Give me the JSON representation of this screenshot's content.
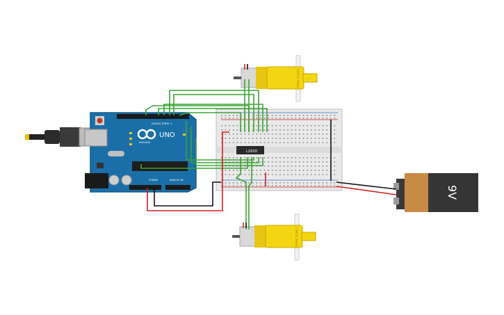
{
  "arduino": {
    "logo_text": "UNO",
    "brand_text": "ARDUINO",
    "digital_label": "DIGITAL (PWM~)",
    "power_label": "POWER",
    "analog_label": "ANALOG IN"
  },
  "driver_chip": {
    "label": "L293D"
  },
  "battery": {
    "label": "9V"
  },
  "motors": [
    {
      "id": "top",
      "label": "1:48 DC Motor"
    },
    {
      "id": "bottom",
      "label": "1:48 DC Motor"
    }
  ],
  "colors": {
    "arduino_board": "#1b6fa8",
    "breadboard": "#e9e9e9",
    "wire_signal": "#3aa335",
    "wire_power": "#d11e1e",
    "wire_ground": "#111111",
    "motor_body": "#f4d512",
    "battery_body": "#c98a45",
    "battery_cap": "#3a3a3a"
  }
}
